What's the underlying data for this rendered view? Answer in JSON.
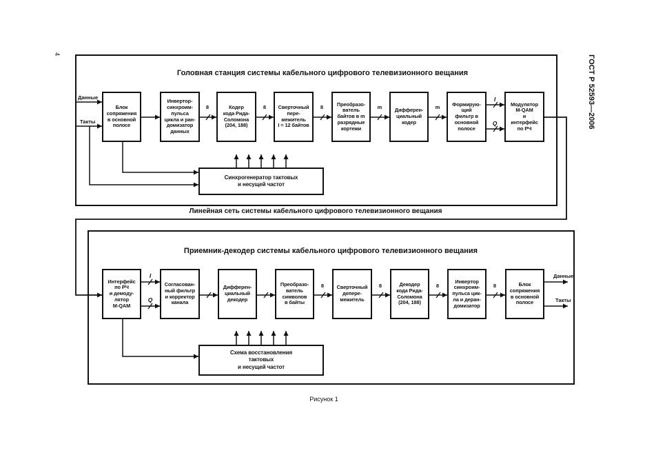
{
  "page_number": "4",
  "standard_id": "ГОСТ Р 52593—2006",
  "caption": "Рисунок 1",
  "transmitter": {
    "title": "Головная станция системы кабельного цифрового телевизионного вещания",
    "input_data_label": "Данные",
    "input_clock_label": "Такты",
    "blocks": [
      "Блок\nсопряжения\nв основной\nполосе",
      "Инвертор-\nсинхроим-\nпульса\nцикла и ран-\nдомизатор\nданных",
      "Кодер\nкода Рида-\nСоломона\n(204, 188)",
      "Сверточный\nпере-\nмежитель\nI = 12 байтов",
      "Преобразо-\nватель\nбайтов в m\nразрядные\nкортежи",
      "Дифферен-\nциальный\nкодер",
      "Формирую-\nщий\nфильтр в\nосновной\nполосе",
      "Модулятор\nM-QAM\nи\nинтерфейс\nпо РЧ"
    ],
    "bus_labels": [
      "8",
      "8",
      "8",
      "m",
      "m"
    ],
    "iq_labels": [
      "I",
      "Q"
    ],
    "sync_block": "Синхрогенератор тактовых\nи несущей частот"
  },
  "network_label": "Линейная сеть системы кабельного цифрового телевизионного вещания",
  "receiver": {
    "title": "Приемник-декодер системы кабельного цифрового телевизионного вещания",
    "output_data_label": "Данные",
    "output_clock_label": "Такты",
    "blocks": [
      "Интерфейс\nпо РЧ\nи демоду-\nлятор\nM-QAM",
      "Согласован-\nный фильтр\nи корректор\nканала",
      "Дифферен-\nциальный\nдекодер",
      "Преобразо-\nватель\nсимволов\nв байты",
      "Сверточный\nдепере-\nмежитель",
      "Декодер\nкода Рида-\nСоломона\n(204, 188)",
      "Инвертор\nсинхроим-\nпульса цик-\nла и деран-\nдомизатор",
      "Блок\nсопряжения\nв основной\nполосе"
    ],
    "bus_labels": [
      "8",
      "8",
      "8",
      "8"
    ],
    "iq_labels": [
      "I",
      "Q"
    ],
    "sync_block": "Схема восстановления\nтактовых\nи несущей частот"
  }
}
